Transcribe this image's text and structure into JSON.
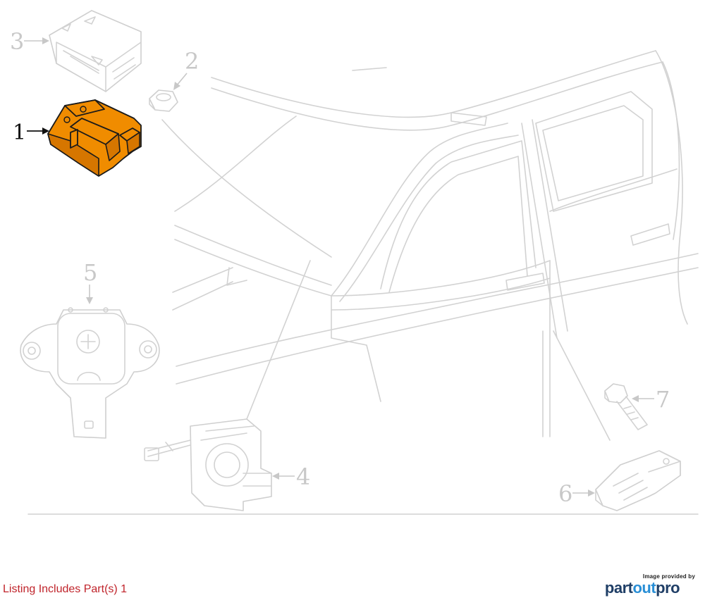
{
  "callouts": [
    {
      "num": "1",
      "highlighted": true
    },
    {
      "num": "2",
      "highlighted": false
    },
    {
      "num": "3",
      "highlighted": false
    },
    {
      "num": "4",
      "highlighted": false
    },
    {
      "num": "5",
      "highlighted": false
    },
    {
      "num": "6",
      "highlighted": false
    },
    {
      "num": "7",
      "highlighted": false
    }
  ],
  "listing": {
    "text": "Listing Includes Part(s) 1"
  },
  "credit": {
    "caption": "Image provided by",
    "logo_part1": "part",
    "logo_part2": "out",
    "logo_part3": "pro"
  },
  "colors": {
    "highlight": "#f08c00",
    "ghost_line": "#d2d2d2",
    "listing_text": "#c0242b"
  }
}
